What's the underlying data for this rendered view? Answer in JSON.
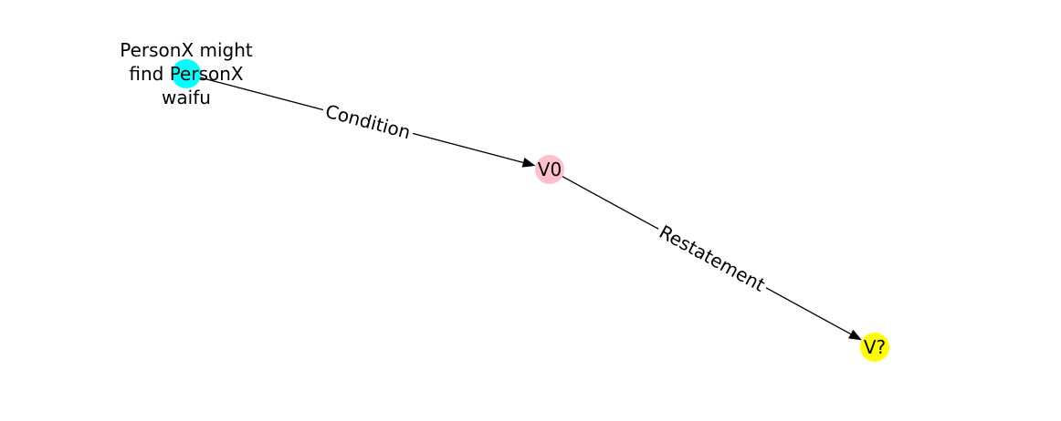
{
  "graph": {
    "nodes": [
      {
        "id": "n0",
        "lines": [
          "PersonX might",
          "find PersonX",
          "waifu"
        ],
        "color": "#00ffff"
      },
      {
        "id": "n1",
        "lines": [
          "V0"
        ],
        "color": "#ffc0cb"
      },
      {
        "id": "n2",
        "lines": [
          "V?"
        ],
        "color": "#ffff00"
      }
    ],
    "edges": [
      {
        "from": "n0",
        "to": "n1",
        "label": "Condition"
      },
      {
        "from": "n1",
        "to": "n2",
        "label": "Restatement"
      }
    ]
  }
}
